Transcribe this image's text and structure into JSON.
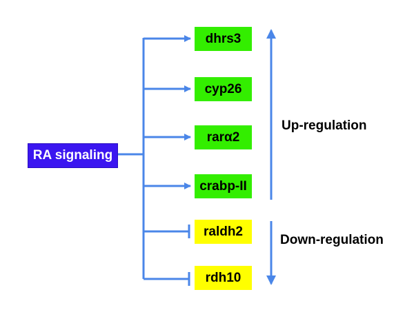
{
  "source": {
    "label": "RA signaling",
    "color": "#3b16f0"
  },
  "targets": [
    {
      "label": "dhrs3",
      "effect": "activation",
      "color": "#33ee00"
    },
    {
      "label": "cyp26",
      "effect": "activation",
      "color": "#33ee00"
    },
    {
      "label": "rarα2",
      "effect": "activation",
      "color": "#33ee00"
    },
    {
      "label": "crabp-II",
      "effect": "activation",
      "color": "#33ee00"
    },
    {
      "label": "raldh2",
      "effect": "inhibition",
      "color": "#ffff00"
    },
    {
      "label": "rdh10",
      "effect": "inhibition",
      "color": "#ffff00"
    }
  ],
  "regulation": {
    "up_label": "Up-regulation",
    "down_label": "Down-regulation"
  },
  "colors": {
    "connector": "#4a86e8"
  }
}
